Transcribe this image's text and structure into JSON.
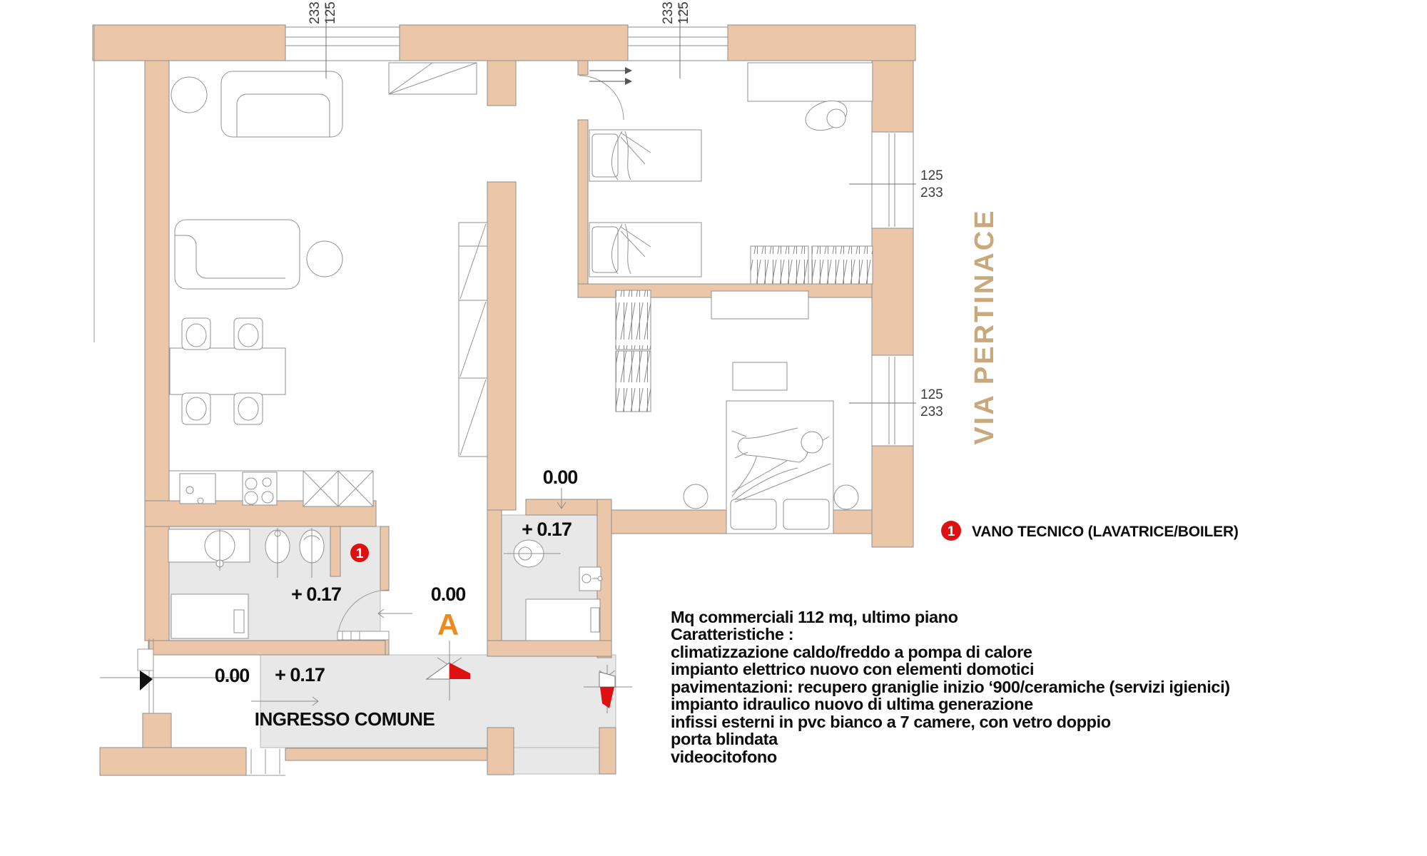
{
  "street_label": "VIA PERTINACE",
  "section_letter": "A",
  "room_labels": {
    "entrance": "INGRESSO COMUNE"
  },
  "legend": {
    "marker": "1",
    "label": "VANO TECNICO (LAVATRICE/BOILER)"
  },
  "plan_markers": {
    "vano_tecnico": "1"
  },
  "levels": {
    "bathroom_main": "+ 0.17",
    "anteroom": "0.00",
    "small_bath_outside": "0.00",
    "small_bath": "+ 0.17",
    "landing": "0.00",
    "corridor": "+ 0.17"
  },
  "dimensions": {
    "window_top_left": {
      "width": "125",
      "height": "233"
    },
    "window_top_right": {
      "width": "125",
      "height": "233"
    },
    "window_right_upper": {
      "width": "125",
      "height": "233"
    },
    "window_right_lower": {
      "width": "125",
      "height": "233"
    }
  },
  "notes": {
    "lines": [
      "Mq commerciali 112 mq, ultimo piano",
      "Caratteristiche :",
      "climatizzazione caldo/freddo a pompa di calore",
      "impianto elettrico nuovo con elementi domotici",
      "pavimentazioni: recupero graniglie inizio ‘900/ceramiche (servizi igienici)",
      "impianto idraulico nuovo di ultima generazione",
      "infissi esterni in pvc bianco a 7 camere, con vetro doppio",
      "porta blindata",
      "videocitofono"
    ]
  },
  "colors": {
    "wall": "#ebc6a8",
    "floor_gray": "#e8e8e8",
    "accent_red": "#dd1111",
    "accent_orange": "#ef8a1d",
    "street_tan": "#c9a87c"
  }
}
